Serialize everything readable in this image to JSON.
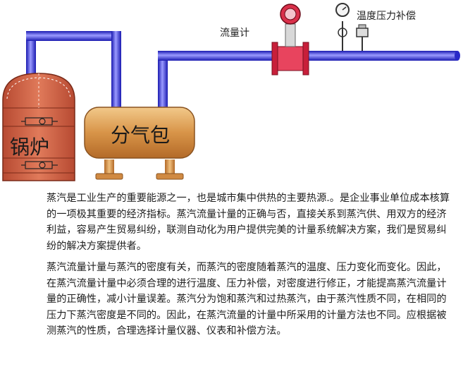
{
  "diagram": {
    "boiler_label": "锅炉",
    "drum_label": "分气包",
    "flowmeter_label": "流量计",
    "compensation_label": "温度压力补偿"
  },
  "colors": {
    "pipe": "#2f2fd8",
    "pipe_highlight": "#b8b8ff",
    "boiler": "#c85a3c",
    "drum": "#d8944f",
    "flowmeter_red": "#d9304a"
  },
  "text": {
    "paragraph1": "蒸汽是工业生产的重要能源之一，也是城市集中供热的主要热源.。是企业事业单位成本核算的一项极其重要的经济指标。蒸汽流量计量的正确与否，直接关系到蒸汽供、用双方的经济利益，容易产生贸易纠纷，联测自动化为用户提供完美的计量系统解决方案，我们是贸易纠纷的解决方案提供者。",
    "paragraph2": "蒸汽流量计量与蒸汽的密度有关，而蒸汽的密度随着蒸汽的温度、压力变化而变化。因此，在蒸汽流量计量中必须合理的进行温度、压力补偿，对密度进行修正，才能提高蒸汽流量计量的正确性，减小计量误差。蒸汽分为饱和蒸汽和过热蒸汽，由于蒸汽性质不同，在相同的压力下蒸汽密度是不同的。因此，在蒸汽流量的计量中所采用的计量方法也不同。应根据被测蒸汽的性质，合理选择计量仪器、仪表和补偿方法。"
  }
}
